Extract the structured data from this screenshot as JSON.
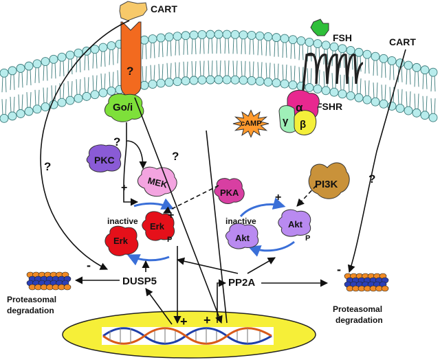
{
  "ligands": {
    "cart_left": "CART",
    "cart_right": "CART",
    "fsh": "FSH"
  },
  "receptors": {
    "unknown_receptor": "?",
    "fshr": "FSHR"
  },
  "g_proteins": {
    "goi": "Go/i",
    "alpha": "α",
    "beta": "β",
    "gamma": "γ"
  },
  "messengers": {
    "camp": "cAMP"
  },
  "kinases": {
    "pkc": "PKC",
    "mek": "MEK",
    "pka": "PKA",
    "pi3k": "PI3K"
  },
  "erk_cycle": {
    "inactive_label": "inactive",
    "erk_inactive": "Erk",
    "erk_active": "Erk",
    "phospho": "P"
  },
  "akt_cycle": {
    "inactive_label": "inactive",
    "akt_inactive": "Akt",
    "akt_active": "Akt",
    "phospho": "P"
  },
  "phosphatases": {
    "dusp5": "DUSP5",
    "pp2a": "PP2A"
  },
  "proteasome": {
    "left_label_line1": "Proteasomal",
    "left_label_line2": "degradation",
    "right_label_line1": "Proteasomal",
    "right_label_line2": "degradation"
  },
  "signs": {
    "plus": "+",
    "minus": "-",
    "q_pkc": "?",
    "q_left": "?",
    "q_center": "?",
    "q_right": "?"
  },
  "colors": {
    "membrane_head": "#b8ecec",
    "membrane_outline": "#3a7a7a",
    "receptor_orange": "#f26a1f",
    "cart_ligand": "#f7c96a",
    "fsh_green": "#2fbf3a",
    "goi_green": "#7ee03a",
    "alpha_pink": "#e8288f",
    "beta_yellow": "#f4ef3a",
    "gamma_mint": "#9ff0b8",
    "camp_orange": "#ff9a2e",
    "pkc_purple": "#8a5bd6",
    "mek_pink": "#f3a4e0",
    "pka_magenta": "#d83fa2",
    "pi3k_brown": "#c9923a",
    "erk_red": "#e5101a",
    "akt_lavender": "#b98af0",
    "cycle_blue": "#3a6fd8",
    "nucleus_yellow": "#f6ef38"
  }
}
